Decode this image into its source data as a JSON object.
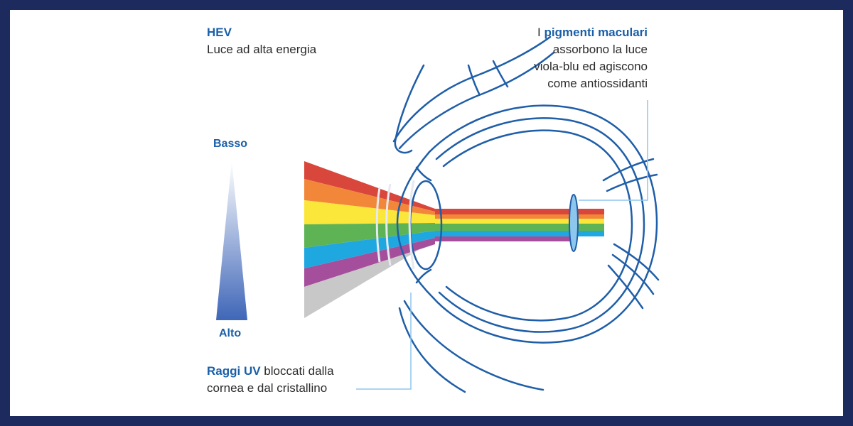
{
  "hev": {
    "title": "HEV",
    "text": "Luce ad alta energia"
  },
  "pigments": {
    "lead": "I",
    "highlight": "pigmenti maculari",
    "line2": "assorbono la luce",
    "line3": "viola-blu ed agiscono",
    "line4": "come antiossidanti"
  },
  "scale": {
    "top": "Basso",
    "bottom": "Alto"
  },
  "uv": {
    "highlight": "Raggi UV",
    "line1": "bloccati dalla",
    "line2": "cornea e dal cristallino"
  },
  "colors": {
    "frame": "#1c2a5e",
    "accent": "#1a5fa8",
    "eye_line": "#1f5ea8",
    "spectrum": [
      "#d9463b",
      "#f2873a",
      "#fbe63a",
      "#5eb454",
      "#1fa8e0",
      "#a54f9c",
      "#c8c8c8"
    ]
  }
}
